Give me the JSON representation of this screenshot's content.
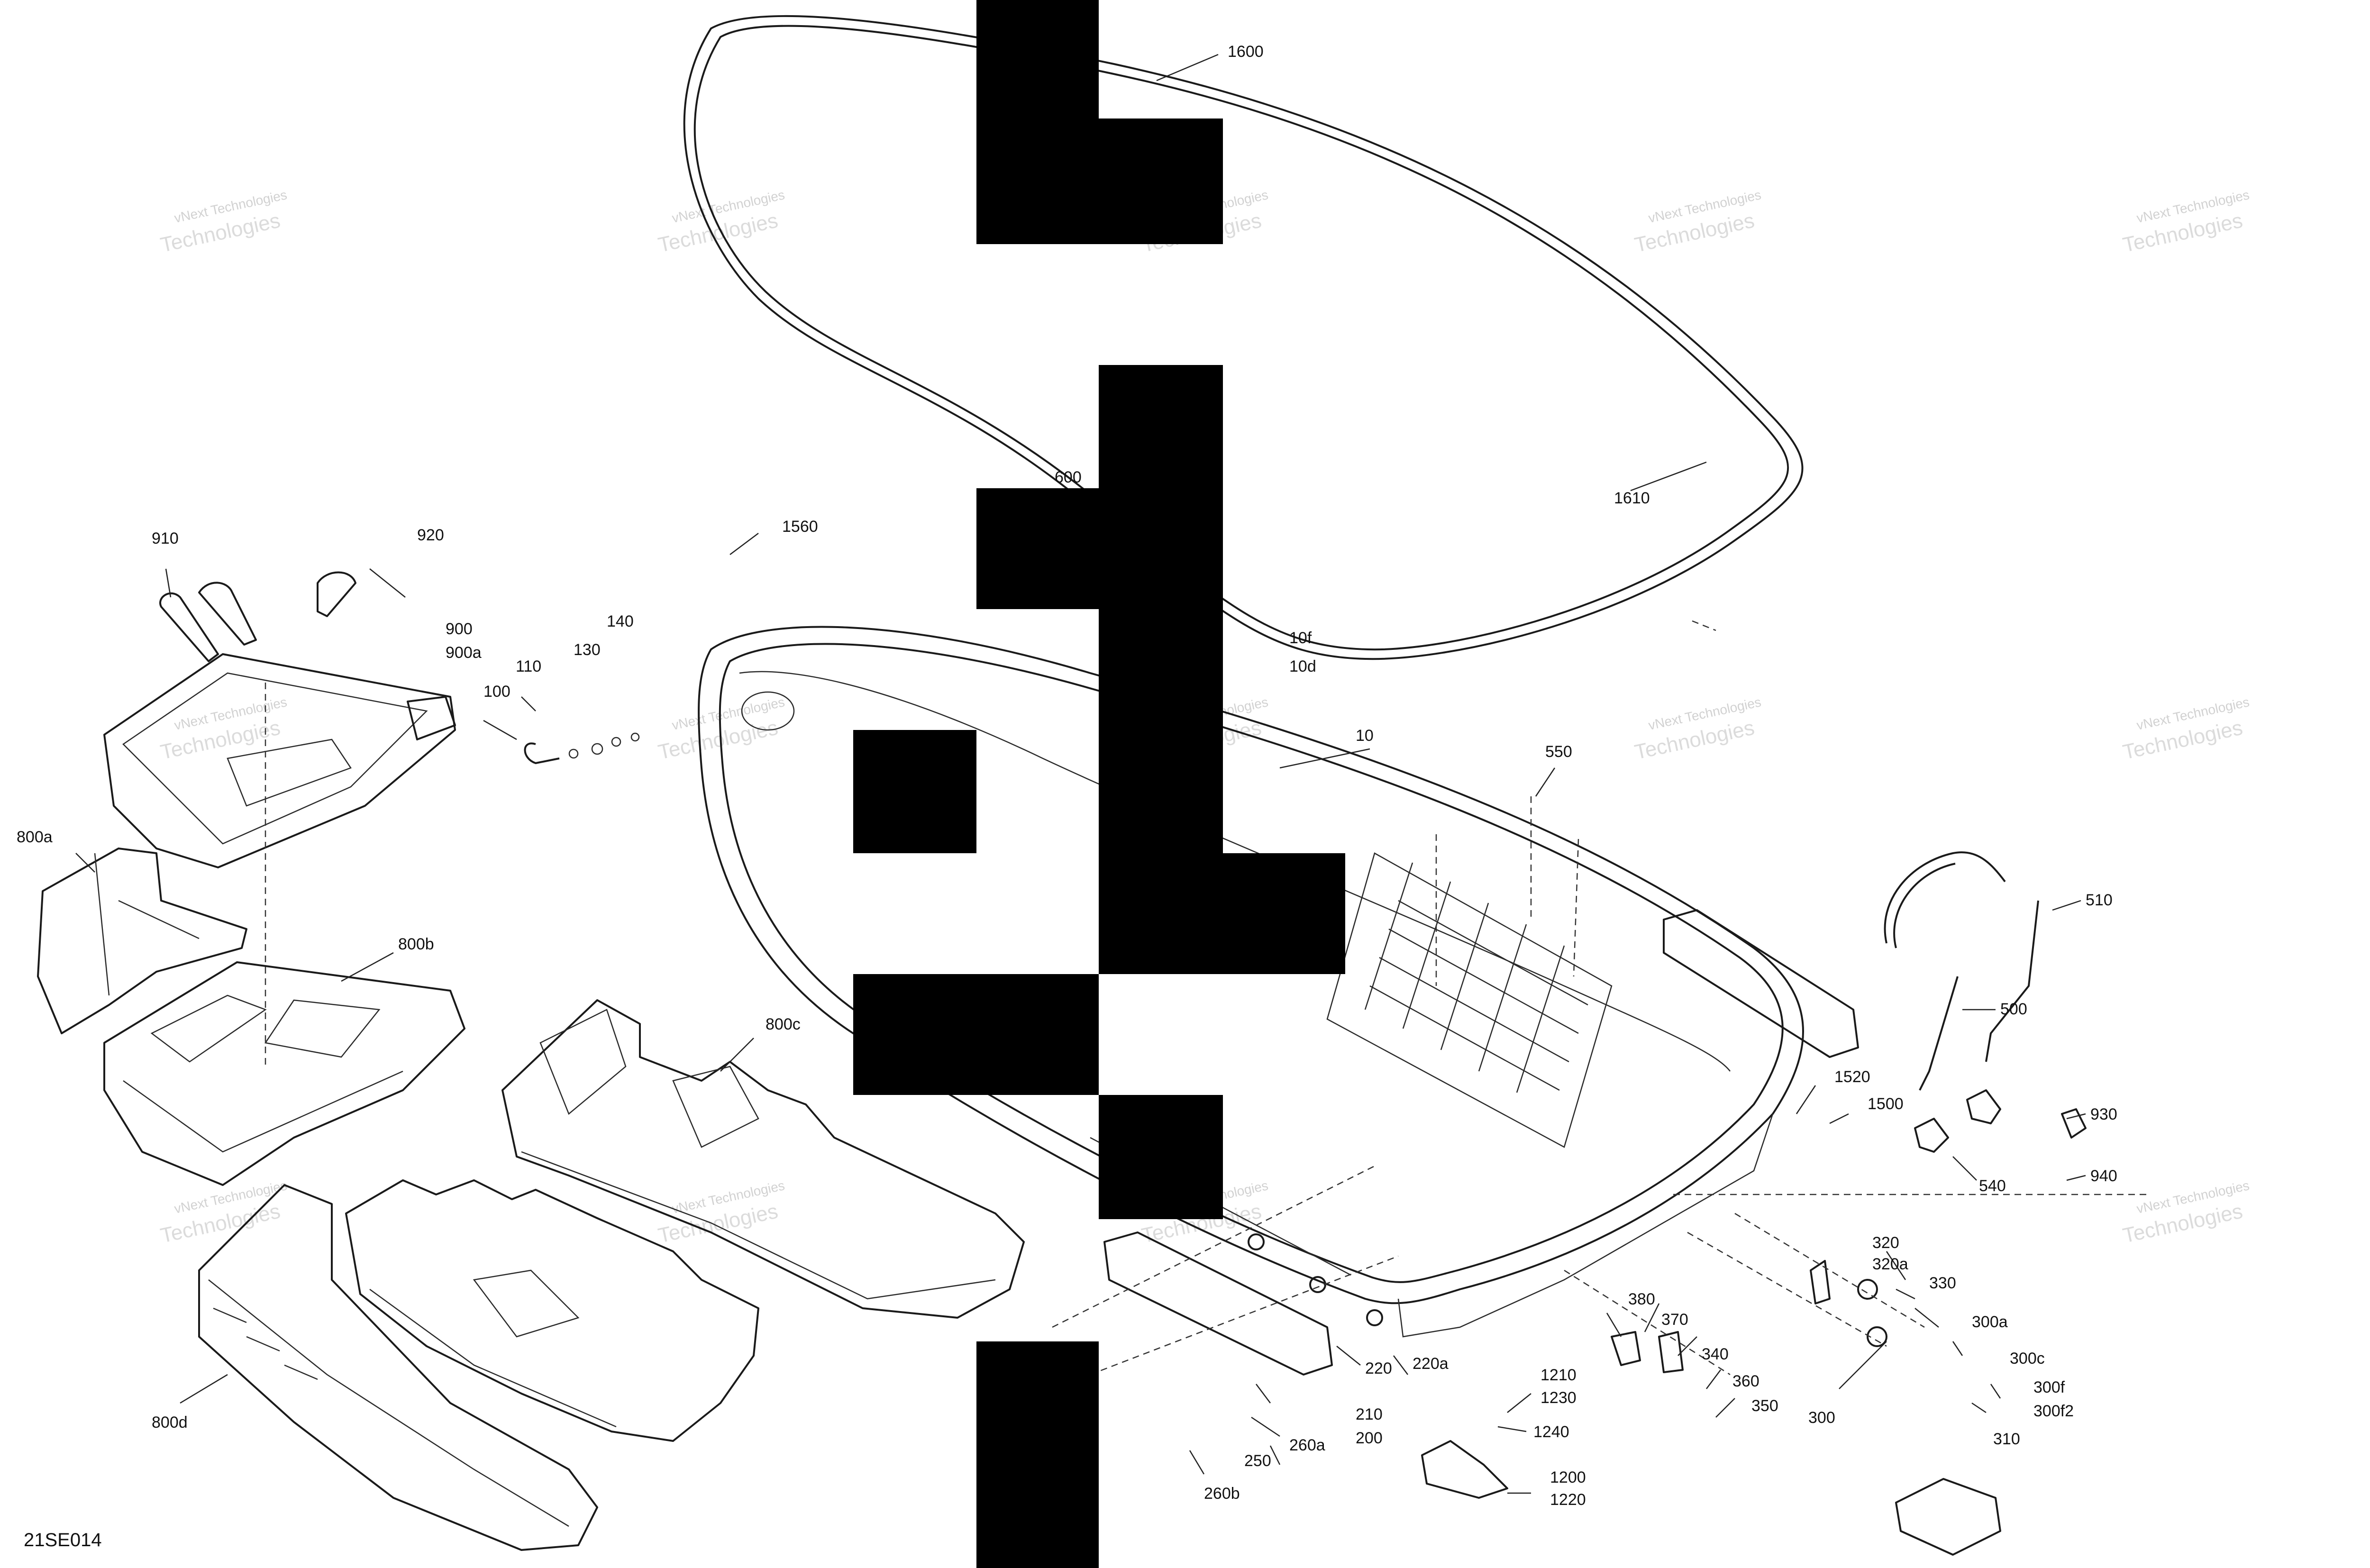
{
  "diagram": {
    "figure_code": "21SE014",
    "watermark_line1": "vNext Technologies",
    "watermark_line2": "Technologies",
    "callouts": [
      "1600",
      "1610",
      "600",
      "1560",
      "910",
      "920",
      "900",
      "900a",
      "110",
      "130",
      "140",
      "100",
      "10f",
      "10d",
      "10",
      "550",
      "800a",
      "800b",
      "800c",
      "800d",
      "510",
      "500",
      "1520",
      "1500",
      "930",
      "940",
      "540",
      "320",
      "320a",
      "330",
      "300a",
      "300c",
      "300f",
      "300f2",
      "300",
      "310",
      "380",
      "370",
      "340",
      "360",
      "350",
      "1210",
      "1230",
      "1240",
      "1200",
      "1220",
      "220",
      "220a",
      "210",
      "200",
      "260a",
      "250",
      "260b"
    ]
  }
}
